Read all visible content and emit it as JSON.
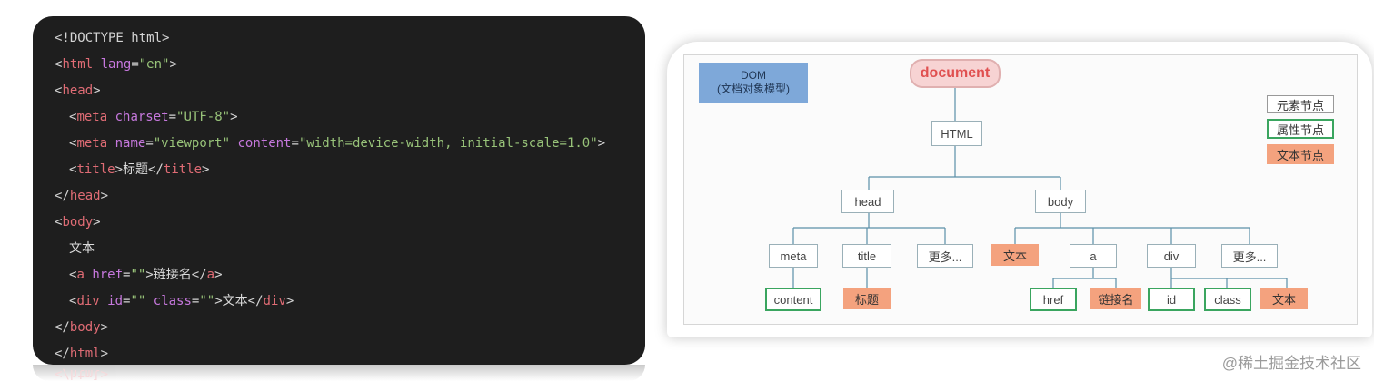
{
  "code_lines": [
    {
      "indent": false,
      "tokens": [
        {
          "c": "punct",
          "t": "<!DOCTYPE html>"
        }
      ]
    },
    {
      "indent": false,
      "tokens": [
        {
          "c": "punct",
          "t": "<"
        },
        {
          "c": "tag",
          "t": "html"
        },
        {
          "c": "punct",
          "t": " "
        },
        {
          "c": "attr",
          "t": "lang"
        },
        {
          "c": "punct",
          "t": "="
        },
        {
          "c": "str",
          "t": "\"en\""
        },
        {
          "c": "punct",
          "t": ">"
        }
      ]
    },
    {
      "indent": false,
      "tokens": [
        {
          "c": "punct",
          "t": "<"
        },
        {
          "c": "tag",
          "t": "head"
        },
        {
          "c": "punct",
          "t": ">"
        }
      ]
    },
    {
      "indent": true,
      "tokens": [
        {
          "c": "punct",
          "t": "<"
        },
        {
          "c": "tag",
          "t": "meta"
        },
        {
          "c": "punct",
          "t": " "
        },
        {
          "c": "attr",
          "t": "charset"
        },
        {
          "c": "punct",
          "t": "="
        },
        {
          "c": "str",
          "t": "\"UTF-8\""
        },
        {
          "c": "punct",
          "t": ">"
        }
      ]
    },
    {
      "indent": true,
      "tokens": [
        {
          "c": "punct",
          "t": "<"
        },
        {
          "c": "tag",
          "t": "meta"
        },
        {
          "c": "punct",
          "t": " "
        },
        {
          "c": "attr",
          "t": "name"
        },
        {
          "c": "punct",
          "t": "="
        },
        {
          "c": "str",
          "t": "\"viewport\""
        },
        {
          "c": "punct",
          "t": " "
        },
        {
          "c": "attr",
          "t": "content"
        },
        {
          "c": "punct",
          "t": "="
        },
        {
          "c": "str",
          "t": "\"width=device-width, initial-scale=1.0\""
        },
        {
          "c": "punct",
          "t": ">"
        }
      ]
    },
    {
      "indent": true,
      "tokens": [
        {
          "c": "punct",
          "t": "<"
        },
        {
          "c": "tag",
          "t": "title"
        },
        {
          "c": "punct",
          "t": ">"
        },
        {
          "c": "text",
          "t": "标题"
        },
        {
          "c": "punct",
          "t": "</"
        },
        {
          "c": "tag",
          "t": "title"
        },
        {
          "c": "punct",
          "t": ">"
        }
      ]
    },
    {
      "indent": false,
      "tokens": [
        {
          "c": "punct",
          "t": "</"
        },
        {
          "c": "tag",
          "t": "head"
        },
        {
          "c": "punct",
          "t": ">"
        }
      ]
    },
    {
      "indent": false,
      "tokens": [
        {
          "c": "punct",
          "t": "<"
        },
        {
          "c": "tag",
          "t": "body"
        },
        {
          "c": "punct",
          "t": ">"
        }
      ]
    },
    {
      "indent": true,
      "tokens": [
        {
          "c": "text",
          "t": "文本"
        }
      ]
    },
    {
      "indent": true,
      "tokens": [
        {
          "c": "punct",
          "t": "<"
        },
        {
          "c": "tag",
          "t": "a"
        },
        {
          "c": "punct",
          "t": " "
        },
        {
          "c": "attr",
          "t": "href"
        },
        {
          "c": "punct",
          "t": "="
        },
        {
          "c": "str",
          "t": "\"\""
        },
        {
          "c": "punct",
          "t": ">"
        },
        {
          "c": "text",
          "t": "链接名"
        },
        {
          "c": "punct",
          "t": "</"
        },
        {
          "c": "tag",
          "t": "a"
        },
        {
          "c": "punct",
          "t": ">"
        }
      ]
    },
    {
      "indent": true,
      "tokens": [
        {
          "c": "punct",
          "t": "<"
        },
        {
          "c": "tag",
          "t": "div"
        },
        {
          "c": "punct",
          "t": " "
        },
        {
          "c": "attr",
          "t": "id"
        },
        {
          "c": "punct",
          "t": "="
        },
        {
          "c": "str",
          "t": "\"\""
        },
        {
          "c": "punct",
          "t": " "
        },
        {
          "c": "attr",
          "t": "class"
        },
        {
          "c": "punct",
          "t": "="
        },
        {
          "c": "str",
          "t": "\"\""
        },
        {
          "c": "punct",
          "t": ">"
        },
        {
          "c": "text",
          "t": "文本"
        },
        {
          "c": "punct",
          "t": "</"
        },
        {
          "c": "tag",
          "t": "div"
        },
        {
          "c": "punct",
          "t": ">"
        }
      ]
    },
    {
      "indent": false,
      "tokens": [
        {
          "c": "punct",
          "t": "</"
        },
        {
          "c": "tag",
          "t": "body"
        },
        {
          "c": "punct",
          "t": ">"
        }
      ]
    },
    {
      "indent": false,
      "tokens": [
        {
          "c": "punct",
          "t": "</"
        },
        {
          "c": "tag",
          "t": "html"
        },
        {
          "c": "punct",
          "t": ">"
        }
      ]
    }
  ],
  "code_reflection": "</html>",
  "diagram": {
    "dom_label_line1": "DOM",
    "dom_label_line2": "(文档对象模型)",
    "document": "document",
    "nodes": {
      "html": "HTML",
      "head": "head",
      "body": "body",
      "meta": "meta",
      "title": "title",
      "head_more": "更多...",
      "content": "content",
      "title_text": "标题",
      "body_text": "文本",
      "a": "a",
      "div": "div",
      "body_more": "更多...",
      "href": "href",
      "link_text": "链接名",
      "id": "id",
      "class": "class",
      "div_text": "文本"
    },
    "legend": {
      "element": "元素节点",
      "attribute": "属性节点",
      "text": "文本节点"
    },
    "colors": {
      "attribute_border": "#3aa55f",
      "text_fill": "#f4a27e",
      "line": "#5b8fa8",
      "dom_fill": "#7ea8d9",
      "document_fill": "#f7d3d3"
    }
  },
  "watermark": "@稀土掘金技术社区"
}
